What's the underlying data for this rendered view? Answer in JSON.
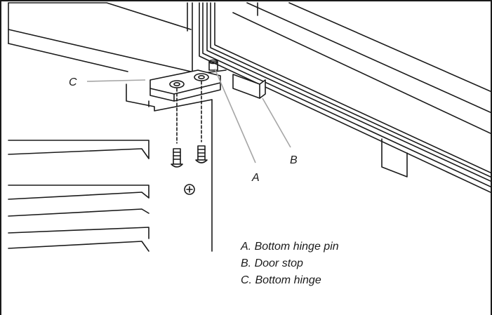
{
  "callouts": {
    "a": "A",
    "b": "B",
    "c": "C"
  },
  "legend": [
    "A. Bottom hinge pin",
    "B. Door stop",
    "C. Bottom hinge"
  ],
  "colors": {
    "line": "#1a1a1a",
    "leader": "#a6a6a6",
    "background": "#ffffff"
  }
}
